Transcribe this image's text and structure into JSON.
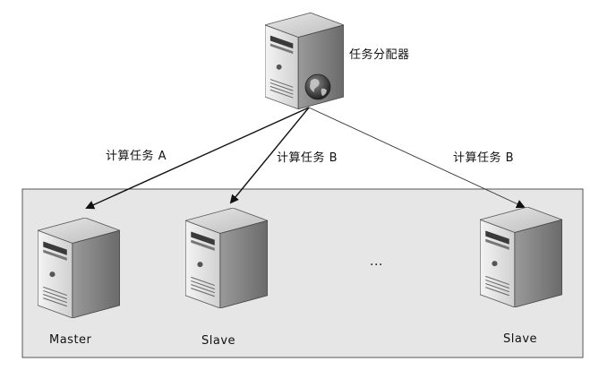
{
  "diagram": {
    "dispatcher": {
      "label": "任务分配器"
    },
    "edges": [
      {
        "label": "计算任务 A"
      },
      {
        "label": "计算任务 B"
      },
      {
        "label": "计算任务 B"
      }
    ],
    "nodes": [
      {
        "label": "Master"
      },
      {
        "label": "Slave"
      },
      {
        "label": "Slave"
      }
    ],
    "ellipsis": "..."
  }
}
